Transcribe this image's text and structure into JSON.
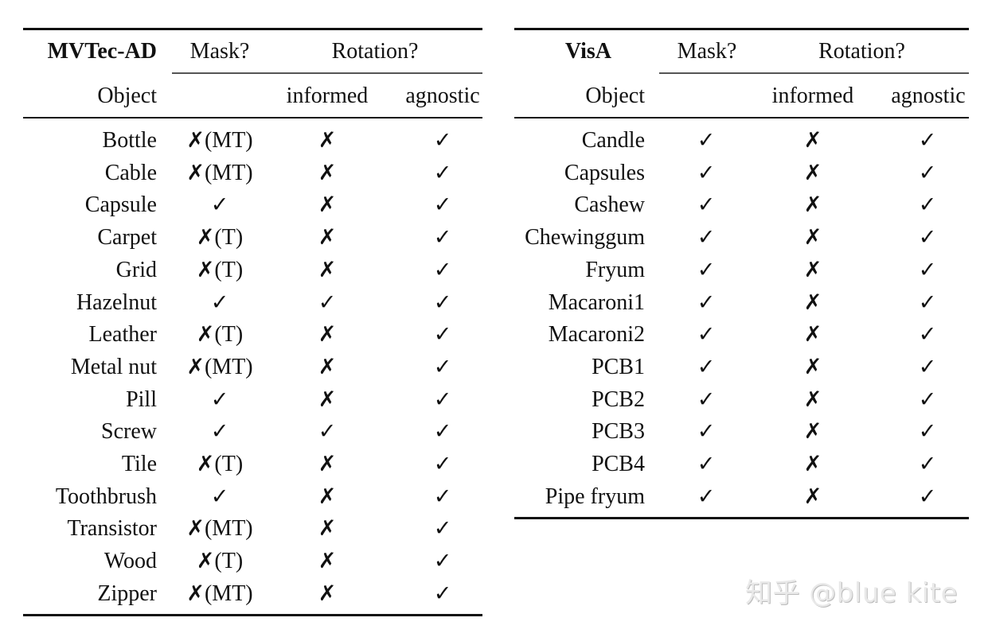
{
  "tables": [
    {
      "dataset": "MVTec-AD",
      "headers": {
        "dataset_label": "MVTec-AD",
        "object": "Object",
        "mask": "Mask?",
        "rotation": "Rotation?",
        "informed": "informed",
        "agnostic": "agnostic"
      },
      "rows": [
        {
          "object": "Bottle",
          "mask": "✗",
          "mask_note": "(MT)",
          "informed": "✗",
          "agnostic": "✓"
        },
        {
          "object": "Cable",
          "mask": "✗",
          "mask_note": "(MT)",
          "informed": "✗",
          "agnostic": "✓"
        },
        {
          "object": "Capsule",
          "mask": "✓",
          "mask_note": "",
          "informed": "✗",
          "agnostic": "✓"
        },
        {
          "object": "Carpet",
          "mask": "✗",
          "mask_note": "(T)",
          "informed": "✗",
          "agnostic": "✓"
        },
        {
          "object": "Grid",
          "mask": "✗",
          "mask_note": "(T)",
          "informed": "✗",
          "agnostic": "✓"
        },
        {
          "object": "Hazelnut",
          "mask": "✓",
          "mask_note": "",
          "informed": "✓",
          "agnostic": "✓"
        },
        {
          "object": "Leather",
          "mask": "✗",
          "mask_note": "(T)",
          "informed": "✗",
          "agnostic": "✓"
        },
        {
          "object": "Metal nut",
          "mask": "✗",
          "mask_note": "(MT)",
          "informed": "✗",
          "agnostic": "✓"
        },
        {
          "object": "Pill",
          "mask": "✓",
          "mask_note": "",
          "informed": "✗",
          "agnostic": "✓"
        },
        {
          "object": "Screw",
          "mask": "✓",
          "mask_note": "",
          "informed": "✓",
          "agnostic": "✓"
        },
        {
          "object": "Tile",
          "mask": "✗",
          "mask_note": "(T)",
          "informed": "✗",
          "agnostic": "✓"
        },
        {
          "object": "Toothbrush",
          "mask": "✓",
          "mask_note": "",
          "informed": "✗",
          "agnostic": "✓"
        },
        {
          "object": "Transistor",
          "mask": "✗",
          "mask_note": "(MT)",
          "informed": "✗",
          "agnostic": "✓"
        },
        {
          "object": "Wood",
          "mask": "✗",
          "mask_note": "(T)",
          "informed": "✗",
          "agnostic": "✓"
        },
        {
          "object": "Zipper",
          "mask": "✗",
          "mask_note": "(MT)",
          "informed": "✗",
          "agnostic": "✓"
        }
      ]
    },
    {
      "dataset": "VisA",
      "headers": {
        "dataset_label": "VisA",
        "object": "Object",
        "mask": "Mask?",
        "rotation": "Rotation?",
        "informed": "informed",
        "agnostic": "agnostic"
      },
      "rows": [
        {
          "object": "Candle",
          "mask": "✓",
          "mask_note": "",
          "informed": "✗",
          "agnostic": "✓"
        },
        {
          "object": "Capsules",
          "mask": "✓",
          "mask_note": "",
          "informed": "✗",
          "agnostic": "✓"
        },
        {
          "object": "Cashew",
          "mask": "✓",
          "mask_note": "",
          "informed": "✗",
          "agnostic": "✓"
        },
        {
          "object": "Chewinggum",
          "mask": "✓",
          "mask_note": "",
          "informed": "✗",
          "agnostic": "✓"
        },
        {
          "object": "Fryum",
          "mask": "✓",
          "mask_note": "",
          "informed": "✗",
          "agnostic": "✓"
        },
        {
          "object": "Macaroni1",
          "mask": "✓",
          "mask_note": "",
          "informed": "✗",
          "agnostic": "✓"
        },
        {
          "object": "Macaroni2",
          "mask": "✓",
          "mask_note": "",
          "informed": "✗",
          "agnostic": "✓"
        },
        {
          "object": "PCB1",
          "mask": "✓",
          "mask_note": "",
          "informed": "✗",
          "agnostic": "✓"
        },
        {
          "object": "PCB2",
          "mask": "✓",
          "mask_note": "",
          "informed": "✗",
          "agnostic": "✓"
        },
        {
          "object": "PCB3",
          "mask": "✓",
          "mask_note": "",
          "informed": "✗",
          "agnostic": "✓"
        },
        {
          "object": "PCB4",
          "mask": "✓",
          "mask_note": "",
          "informed": "✗",
          "agnostic": "✓"
        },
        {
          "object": "Pipe fryum",
          "mask": "✓",
          "mask_note": "",
          "informed": "✗",
          "agnostic": "✓"
        }
      ]
    }
  ],
  "watermark": "知乎 @blue kite"
}
